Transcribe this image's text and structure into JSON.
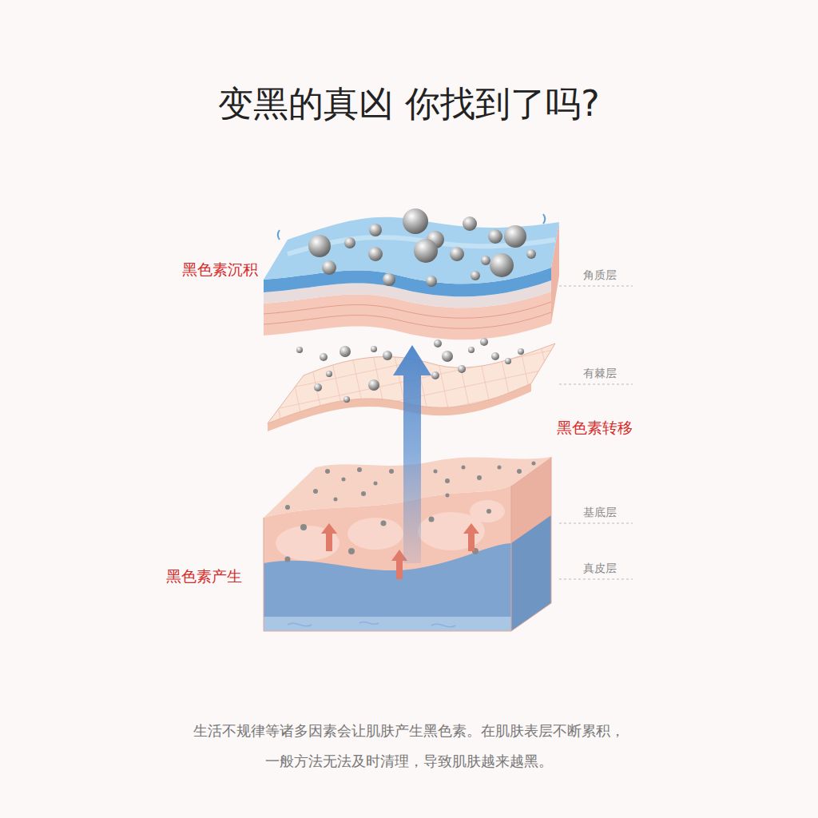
{
  "diagram": {
    "title": "变黑的真凶 你找到了吗?",
    "caption": "生活不规律等诸多因素会让肌肤产生黑色素。在肌肤表层不断累积， 一般方法无法及时清理，导致肌肤越来越黑。",
    "labels": [
      "黑色素沉积",
      "角质层",
      "有棘层",
      "黑色素转移",
      "基底层",
      "真皮层",
      "黑色素产生"
    ]
  }
}
